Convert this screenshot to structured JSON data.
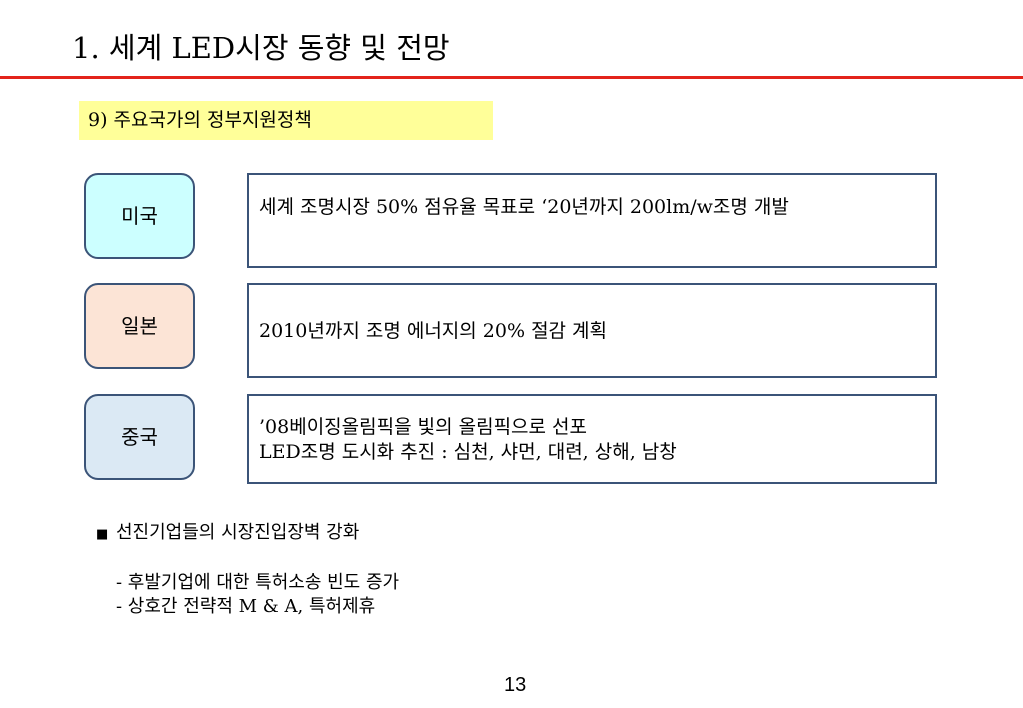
{
  "slide": {
    "title": "1. 세계 LED시장 동향 및 전망",
    "subtitle": "9) 주요국가의 정부지원정책",
    "page_number": "13"
  },
  "countries": [
    {
      "name": "미국",
      "color": "#ccffff",
      "lines": [
        "세계 조명시장 50% 점유율 목표로 ‘20년까지 200lm/w조명 개발"
      ]
    },
    {
      "name": "일본",
      "color": "#fce4d6",
      "lines": [
        "2010년까지 조명 에너지의 20% 절감 계획"
      ]
    },
    {
      "name": "중국",
      "color": "#dbe9f4",
      "lines": [
        "’08베이징올림픽을 빛의 올림픽으로 선포",
        "LED조명 도시화 추진 : 심천, 샤먼, 대련, 상해, 남창"
      ]
    }
  ],
  "notes": {
    "bullet_marker": "■",
    "heading": "선진기업들의 시장진입장벽 강화",
    "items": [
      "- 후발기업에 대한 특허소송 빈도 증가",
      "- 상호간 전략적 M & A, 특허제휴"
    ]
  },
  "colors": {
    "accent_rule": "#e3231b",
    "subtitle_bg": "#ffff99",
    "border": "#3b5478"
  }
}
